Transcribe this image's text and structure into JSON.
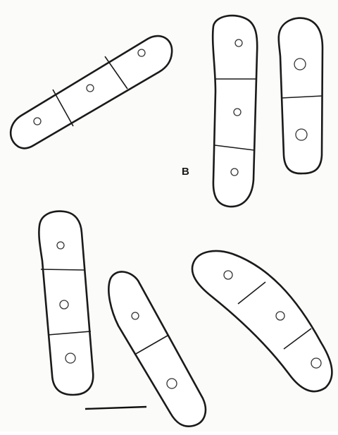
{
  "figure": {
    "panel_label": "B",
    "colors": {
      "outline": "#1a1a1a",
      "background": "#fbfbf9"
    },
    "cells": [
      {
        "name": "cell-1",
        "cell_count": 3
      },
      {
        "name": "cell-2",
        "cell_count": 3
      },
      {
        "name": "cell-3",
        "cell_count": 2
      },
      {
        "name": "cell-4",
        "cell_count": 3
      },
      {
        "name": "cell-5",
        "cell_count": 2
      },
      {
        "name": "cell-6",
        "cell_count": 3
      }
    ]
  }
}
